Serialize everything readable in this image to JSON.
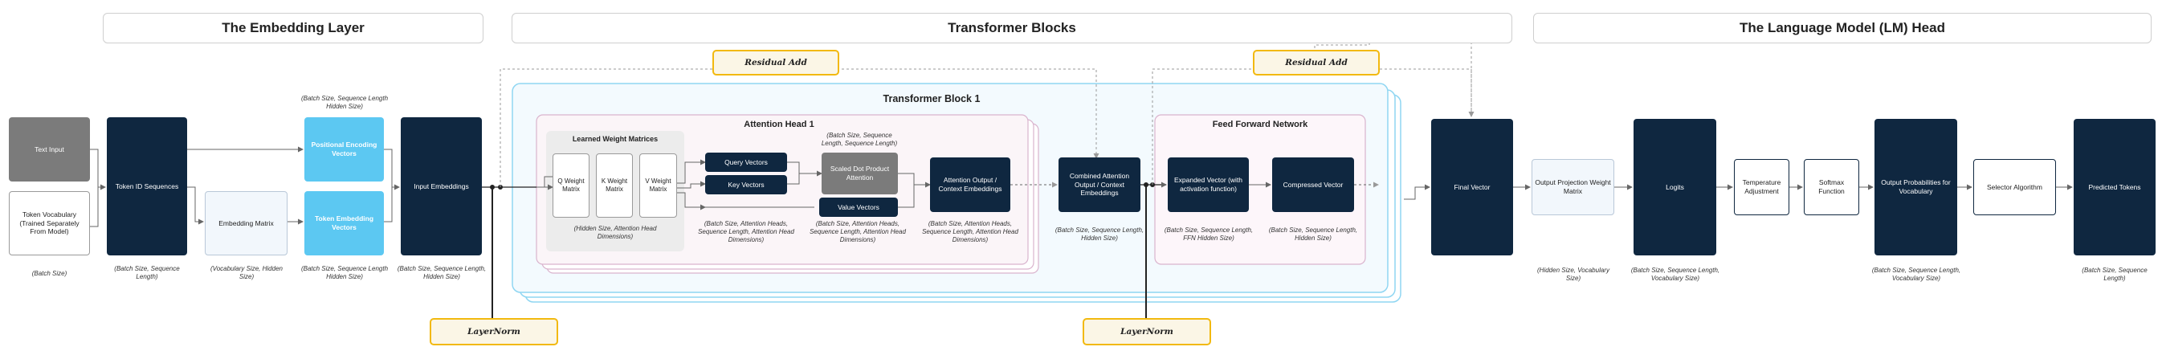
{
  "sections": {
    "embedding": "The Embedding Layer",
    "transformer": "Transformer Blocks",
    "lm_head": "The Language Model (LM) Head"
  },
  "labels": {
    "residual_add": "Residual Add",
    "layer_norm": "LayerNorm",
    "transformer_block": "Transformer Block 1",
    "attention_head": "Attention Head 1",
    "learned_weights": "Learned Weight Matrices",
    "ffn": "Feed Forward Network"
  },
  "nodes": {
    "text_input": "Text Input",
    "token_vocab": "Token Vocabulary (Trained Separately From Model)",
    "token_id": "Token ID Sequences",
    "embedding_matrix": "Embedding Matrix",
    "pos_enc": "Positional Encoding Vectors",
    "tok_emb": "Token Embedding Vectors",
    "input_emb": "Input Embeddings",
    "q_matrix": "Q Weight Matrix",
    "k_matrix": "K Weight Matrix",
    "v_matrix": "V Weight Matrix",
    "query_vec": "Query Vectors",
    "key_vec": "Key Vectors",
    "value_vec": "Value Vectors",
    "sdpa": "Scaled Dot Product Attention",
    "attn_out": "Attention Output / Context Embeddings",
    "combined": "Combined Attention Output / Context Embeddings",
    "expanded": "Expanded Vector (with activation function)",
    "compressed": "Compressed Vector",
    "final_vec": "Final Vector",
    "out_proj": "Output Projection Weight Matrix",
    "logits": "Logits",
    "temp": "Temperature Adjustment",
    "softmax": "Softmax Function",
    "probs": "Output Probabilities for Vocabulary",
    "selector": "Selector Algorithm",
    "predicted": "Predicted Tokens"
  },
  "notes": {
    "batch": "(Batch Size)",
    "batch_seq": "(Batch Size, Sequence Length)",
    "vocab_hidden": "(Vocabulary Size, Hidden Size)",
    "seq_hidden": "(Batch Size, Sequence Length Hidden Size)",
    "top_seq_hidden": "(Batch Size, Sequence Length Hidden Size)",
    "input_emb_dims": "(Batch Size, Sequence Length, Hidden Size)",
    "head_dims": "(Hidden Size, Attention Head Dimensions)",
    "qkv_dims": "(Batch Size, Attention Heads, Sequence Length, Attention Head Dimensions)",
    "scores_dims": "(Batch Size, Sequence Length, Sequence Length)",
    "value_dims": "(Batch Size, Attention Heads, Sequence Length, Attention Head Dimensions)",
    "attn_out_dims": "(Batch Size, Attention Heads, Sequence Length, Attention Head Dimensions)",
    "combined_dims": "(Batch Size, Sequence Length, Hidden Size)",
    "ffn_dims": "(Batch Size, Sequence Length, FFN Hidden Size)",
    "compressed_dims": "(Batch Size, Sequence Length, Hidden Size)",
    "out_proj_dims": "(Hidden Size, Vocabulary Size)",
    "logits_dims": "(Batch Size, Sequence Length, Vocabulary Size)",
    "probs_dims": "(Batch Size, Sequence Length, Vocabulary Size)",
    "pred_dims": "(Batch Size, Sequence Length)"
  },
  "colors": {
    "dark": "#0f2740",
    "blue": "#5cc8f2",
    "yellow": "#f2b90f",
    "block_border": "#8fd6f2",
    "head_border": "#d9b3cd"
  }
}
